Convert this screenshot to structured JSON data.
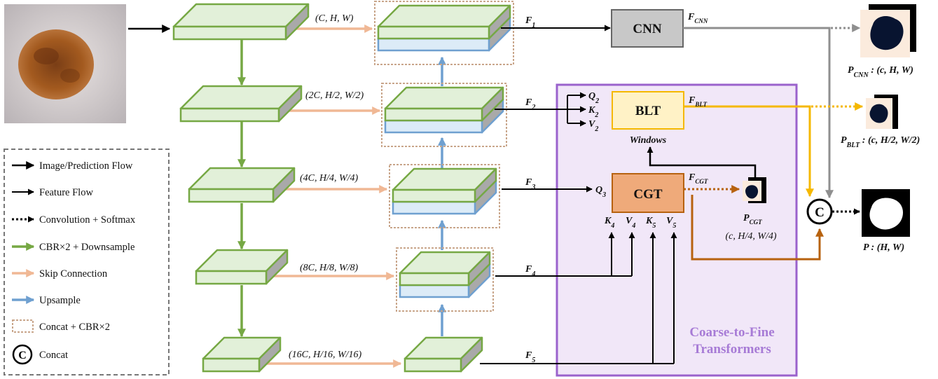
{
  "skip_labels": [
    "(C, H, W)",
    "(2C, H/2, W/2)",
    "(4C, H/4, W/4)",
    "(8C, H/8, W/8)",
    "(16C, H/16, W/16)"
  ],
  "features": {
    "f1": [
      "F",
      "1"
    ],
    "f2": [
      "F",
      "2"
    ],
    "f3": [
      "F",
      "3"
    ],
    "f4": [
      "F",
      "4"
    ],
    "f5": [
      "F",
      "5"
    ],
    "fcnn": [
      "F",
      "CNN"
    ],
    "fblt": [
      "F",
      "BLT"
    ],
    "fcgt": [
      "F",
      "CGT"
    ]
  },
  "modules": {
    "cnn": "CNN",
    "blt": "BLT",
    "cgt": "CGT",
    "windows": "Windows"
  },
  "qkv": {
    "q2": [
      "Q",
      "2"
    ],
    "k2": [
      "K",
      "2"
    ],
    "v2": [
      "V",
      "2"
    ],
    "q3": [
      "Q",
      "3"
    ],
    "k4": [
      "K",
      "4"
    ],
    "v4": [
      "V",
      "4"
    ],
    "k5": [
      "K",
      "5"
    ],
    "v5": [
      "V",
      "5"
    ]
  },
  "outputs": {
    "p_cnn": {
      "sym": "P",
      "sub": "CNN",
      "rest": " : (c, H, W)"
    },
    "p_blt": {
      "sym": "P",
      "sub": "BLT",
      "rest": " : (c, H/2, W/2)"
    },
    "p_cgt": {
      "sym": "P",
      "sub": "CGT",
      "rest": "(c, H/4, W/4)"
    },
    "p_final": {
      "sym": "P",
      "rest": " : (H, W)"
    }
  },
  "concat_symbol": "C",
  "panel_title": [
    "Coarse-to-Fine",
    "Transformers"
  ],
  "legend": [
    "Image/Prediction Flow",
    "Feature Flow",
    "Convolution + Softmax",
    "CBR×2 + Downsample",
    "Skip Connection",
    "Upsample",
    "Concat + CBR×2",
    "Concat"
  ],
  "colors": {
    "green": "#76A844",
    "green_fill": "#E2F0D9",
    "skip": "#F0B895",
    "up": "#6FA0D0",
    "purple": "#9A62CC",
    "purple_fill": "#F1E7F8",
    "orange": "#B7620F",
    "gold": "#F5B800",
    "gray": "#8F8F8F",
    "cgt_fill": "#EFAA7A",
    "blt_fill": "#FFF2C6",
    "cnn_fill": "#C8C8C8"
  }
}
